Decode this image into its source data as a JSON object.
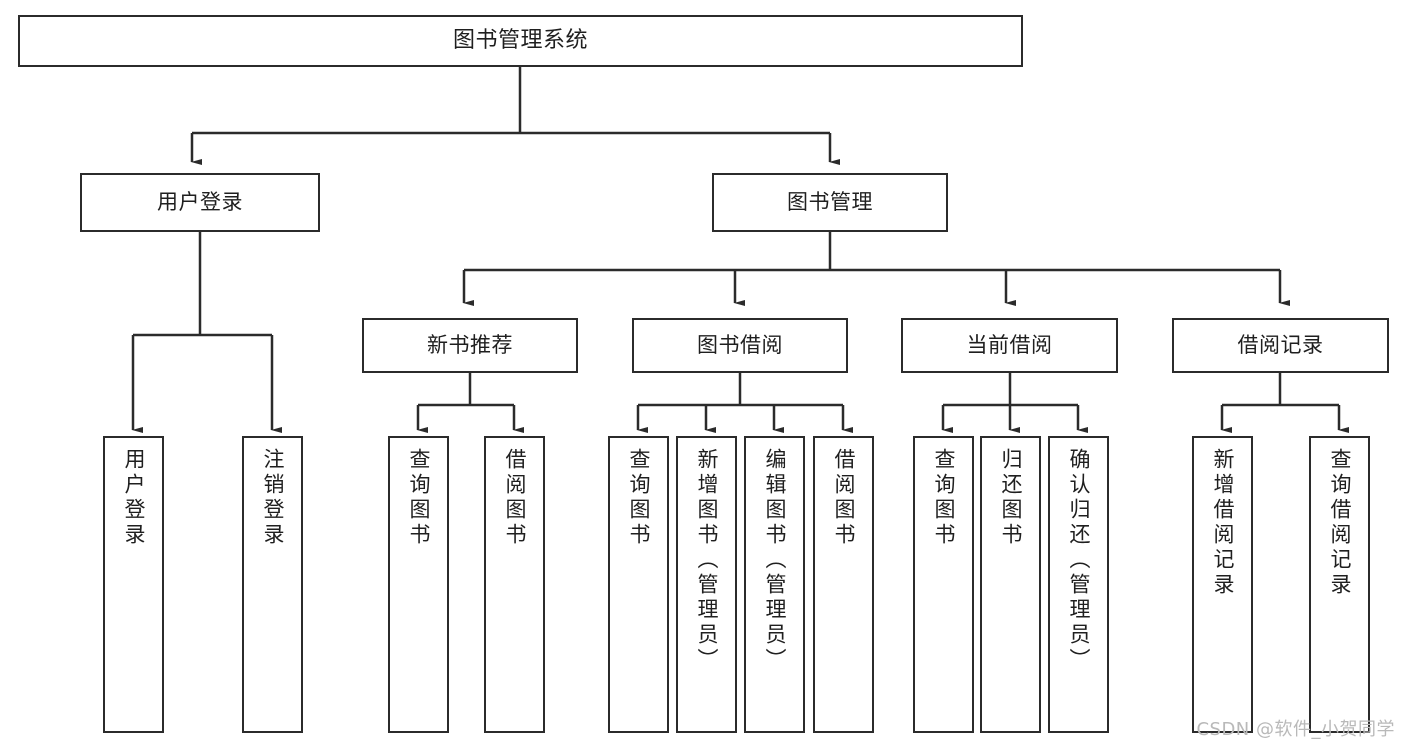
{
  "diagram": {
    "type": "tree",
    "title": "图书管理系统",
    "watermark": "CSDN @软件_小贺同学",
    "colors": {
      "stroke": "#2b2b2b",
      "fill": "#ffffff",
      "text": "#1f1f1f",
      "watermark": "#b9b9b9"
    },
    "nodes": {
      "root": {
        "label": "图书管理系统",
        "level": 0
      },
      "login": {
        "label": "用户登录",
        "level": 1
      },
      "bookmgmt": {
        "label": "图书管理",
        "level": 1
      },
      "newbook": {
        "label": "新书推荐",
        "level": 2
      },
      "borrow": {
        "label": "图书借阅",
        "level": 2
      },
      "current": {
        "label": "当前借阅",
        "level": 2
      },
      "records": {
        "label": "借阅记录",
        "level": 2
      },
      "leaf_login_1": {
        "label": "用户登录",
        "level": 3
      },
      "leaf_login_2": {
        "label": "注销登录",
        "level": 3
      },
      "leaf_new_1": {
        "label": "查询图书",
        "level": 3
      },
      "leaf_new_2": {
        "label": "借阅图书",
        "level": 3
      },
      "leaf_borrow_1": {
        "label": "查询图书",
        "level": 3
      },
      "leaf_borrow_2": {
        "label": "新增图书（管理员）",
        "level": 3
      },
      "leaf_borrow_3": {
        "label": "编辑图书（管理员）",
        "level": 3
      },
      "leaf_borrow_4": {
        "label": "借阅图书",
        "level": 3
      },
      "leaf_cur_1": {
        "label": "查询图书",
        "level": 3
      },
      "leaf_cur_2": {
        "label": "归还图书",
        "level": 3
      },
      "leaf_cur_3": {
        "label": "确认归还（管理员）",
        "level": 3
      },
      "leaf_rec_1": {
        "label": "新增借阅记录",
        "level": 3
      },
      "leaf_rec_2": {
        "label": "查询借阅记录",
        "level": 3
      }
    },
    "edges": [
      {
        "from": "root",
        "to": "login"
      },
      {
        "from": "root",
        "to": "bookmgmt"
      },
      {
        "from": "bookmgmt",
        "to": "newbook"
      },
      {
        "from": "bookmgmt",
        "to": "borrow"
      },
      {
        "from": "bookmgmt",
        "to": "current"
      },
      {
        "from": "bookmgmt",
        "to": "records"
      },
      {
        "from": "login",
        "to": "leaf_login_1"
      },
      {
        "from": "login",
        "to": "leaf_login_2"
      },
      {
        "from": "newbook",
        "to": "leaf_new_1"
      },
      {
        "from": "newbook",
        "to": "leaf_new_2"
      },
      {
        "from": "borrow",
        "to": "leaf_borrow_1"
      },
      {
        "from": "borrow",
        "to": "leaf_borrow_2"
      },
      {
        "from": "borrow",
        "to": "leaf_borrow_3"
      },
      {
        "from": "borrow",
        "to": "leaf_borrow_4"
      },
      {
        "from": "current",
        "to": "leaf_cur_1"
      },
      {
        "from": "current",
        "to": "leaf_cur_2"
      },
      {
        "from": "current",
        "to": "leaf_cur_3"
      },
      {
        "from": "records",
        "to": "leaf_rec_1"
      },
      {
        "from": "records",
        "to": "leaf_rec_2"
      }
    ]
  }
}
